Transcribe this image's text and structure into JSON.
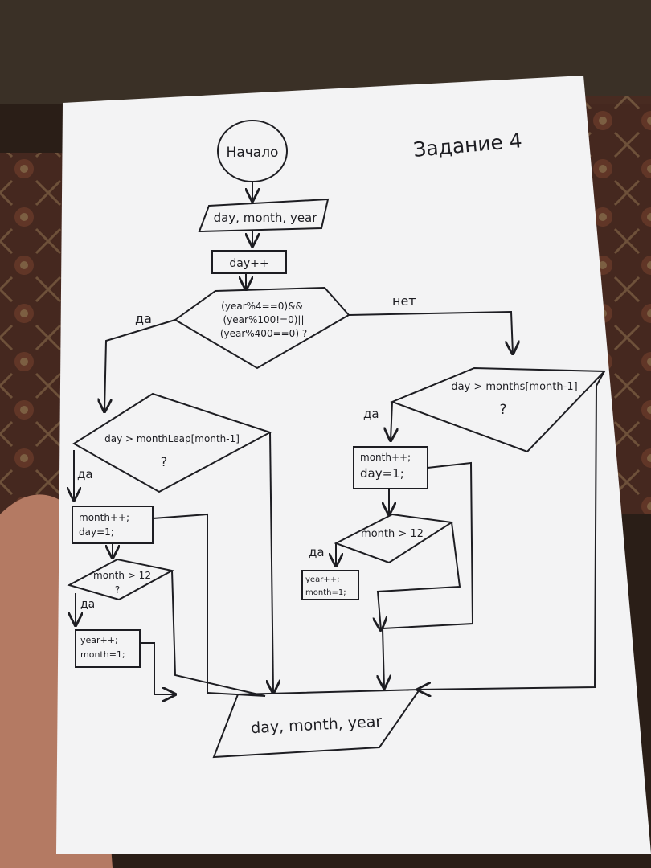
{
  "title": "Задание 4",
  "nodes": {
    "start": "Начало",
    "input": "day, month, year",
    "increment_day": "day++",
    "leap_condition": [
      "(year%4==0)&&",
      "(year%100!=0)||",
      "(year%400==0) ?"
    ],
    "leap_month_check": [
      "day > monthLeap[month-1]",
      "?"
    ],
    "leap_increment": [
      "month++;",
      "day=1;"
    ],
    "leap_month_gt": [
      "month > 12",
      "?"
    ],
    "leap_year_increment": [
      "year++;",
      "month=1;"
    ],
    "normal_month_check": [
      "day > months[month-1]",
      "?"
    ],
    "normal_increment": [
      "month++;",
      "day=1;"
    ],
    "normal_month_gt": [
      "month > 12"
    ],
    "normal_year_increment": [
      "year++;",
      "month=1;"
    ],
    "output": "day, month, year"
  },
  "edge_labels": {
    "yes_1": "да",
    "no_1": "нет",
    "yes_2": "да",
    "yes_3": "да",
    "yes_4": "да",
    "yes_5": "да"
  },
  "colors": {
    "paper": "#f3f3f4",
    "ink": "#1d1d22",
    "background": "#2a1e17",
    "carpet": "#5a2f24",
    "hand": "#b47a63"
  }
}
